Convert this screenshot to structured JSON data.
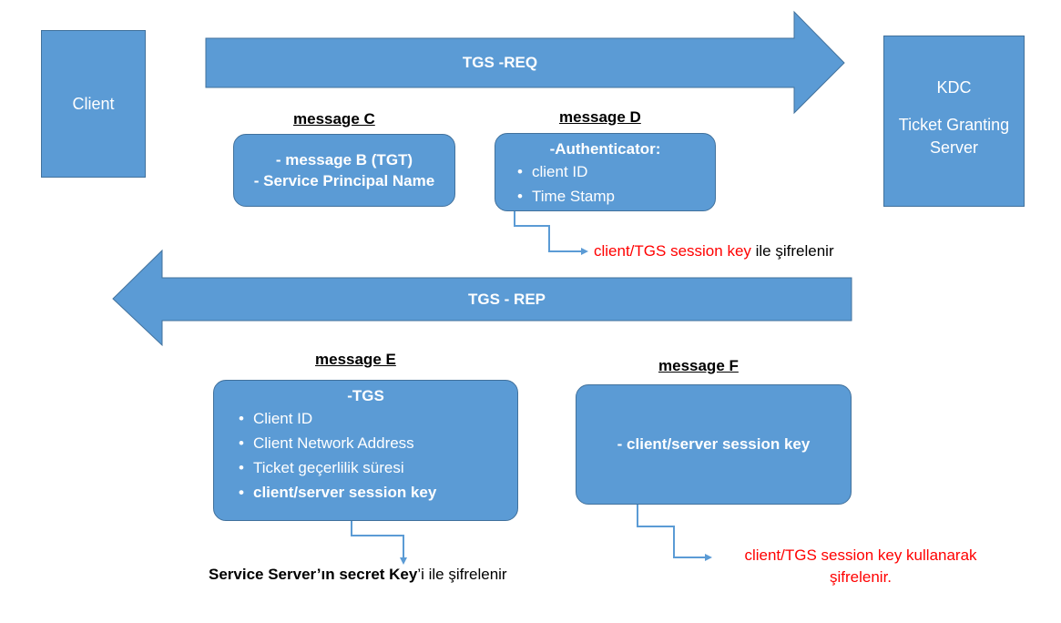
{
  "colors": {
    "shape_fill": "#5b9bd5",
    "shape_border": "#41719c",
    "connector": "#5b9bd5",
    "highlight": "#ff0000",
    "text_dark": "#000000"
  },
  "client": {
    "label": "Client"
  },
  "kdc": {
    "title": "KDC",
    "line1": "Ticket Granting",
    "line2": "Server"
  },
  "arrow_req": {
    "label": "TGS -REQ"
  },
  "arrow_rep": {
    "label": "TGS - REP"
  },
  "message_c": {
    "title": "message C",
    "line1": "- message B (TGT)",
    "line2": "- Service Principal Name"
  },
  "message_d": {
    "title": "message D",
    "header": "-Authenticator:",
    "items": [
      "client ID",
      "Time Stamp"
    ],
    "note_red": "client/TGS session key",
    "note_rest": " ile şifrelenir"
  },
  "message_e": {
    "title": "message E",
    "header": "-TGS",
    "items": [
      "Client ID",
      "Client Network Address",
      "Ticket geçerlilik süresi",
      "client/server session key"
    ],
    "note_bold": "Service Server’ın secret Key",
    "note_rest": "’i ile şifrelenir"
  },
  "message_f": {
    "title": "message F",
    "line1": "- client/server session key",
    "note_line1": "client/TGS session key kullanarak",
    "note_line2": "şifrelenir."
  }
}
